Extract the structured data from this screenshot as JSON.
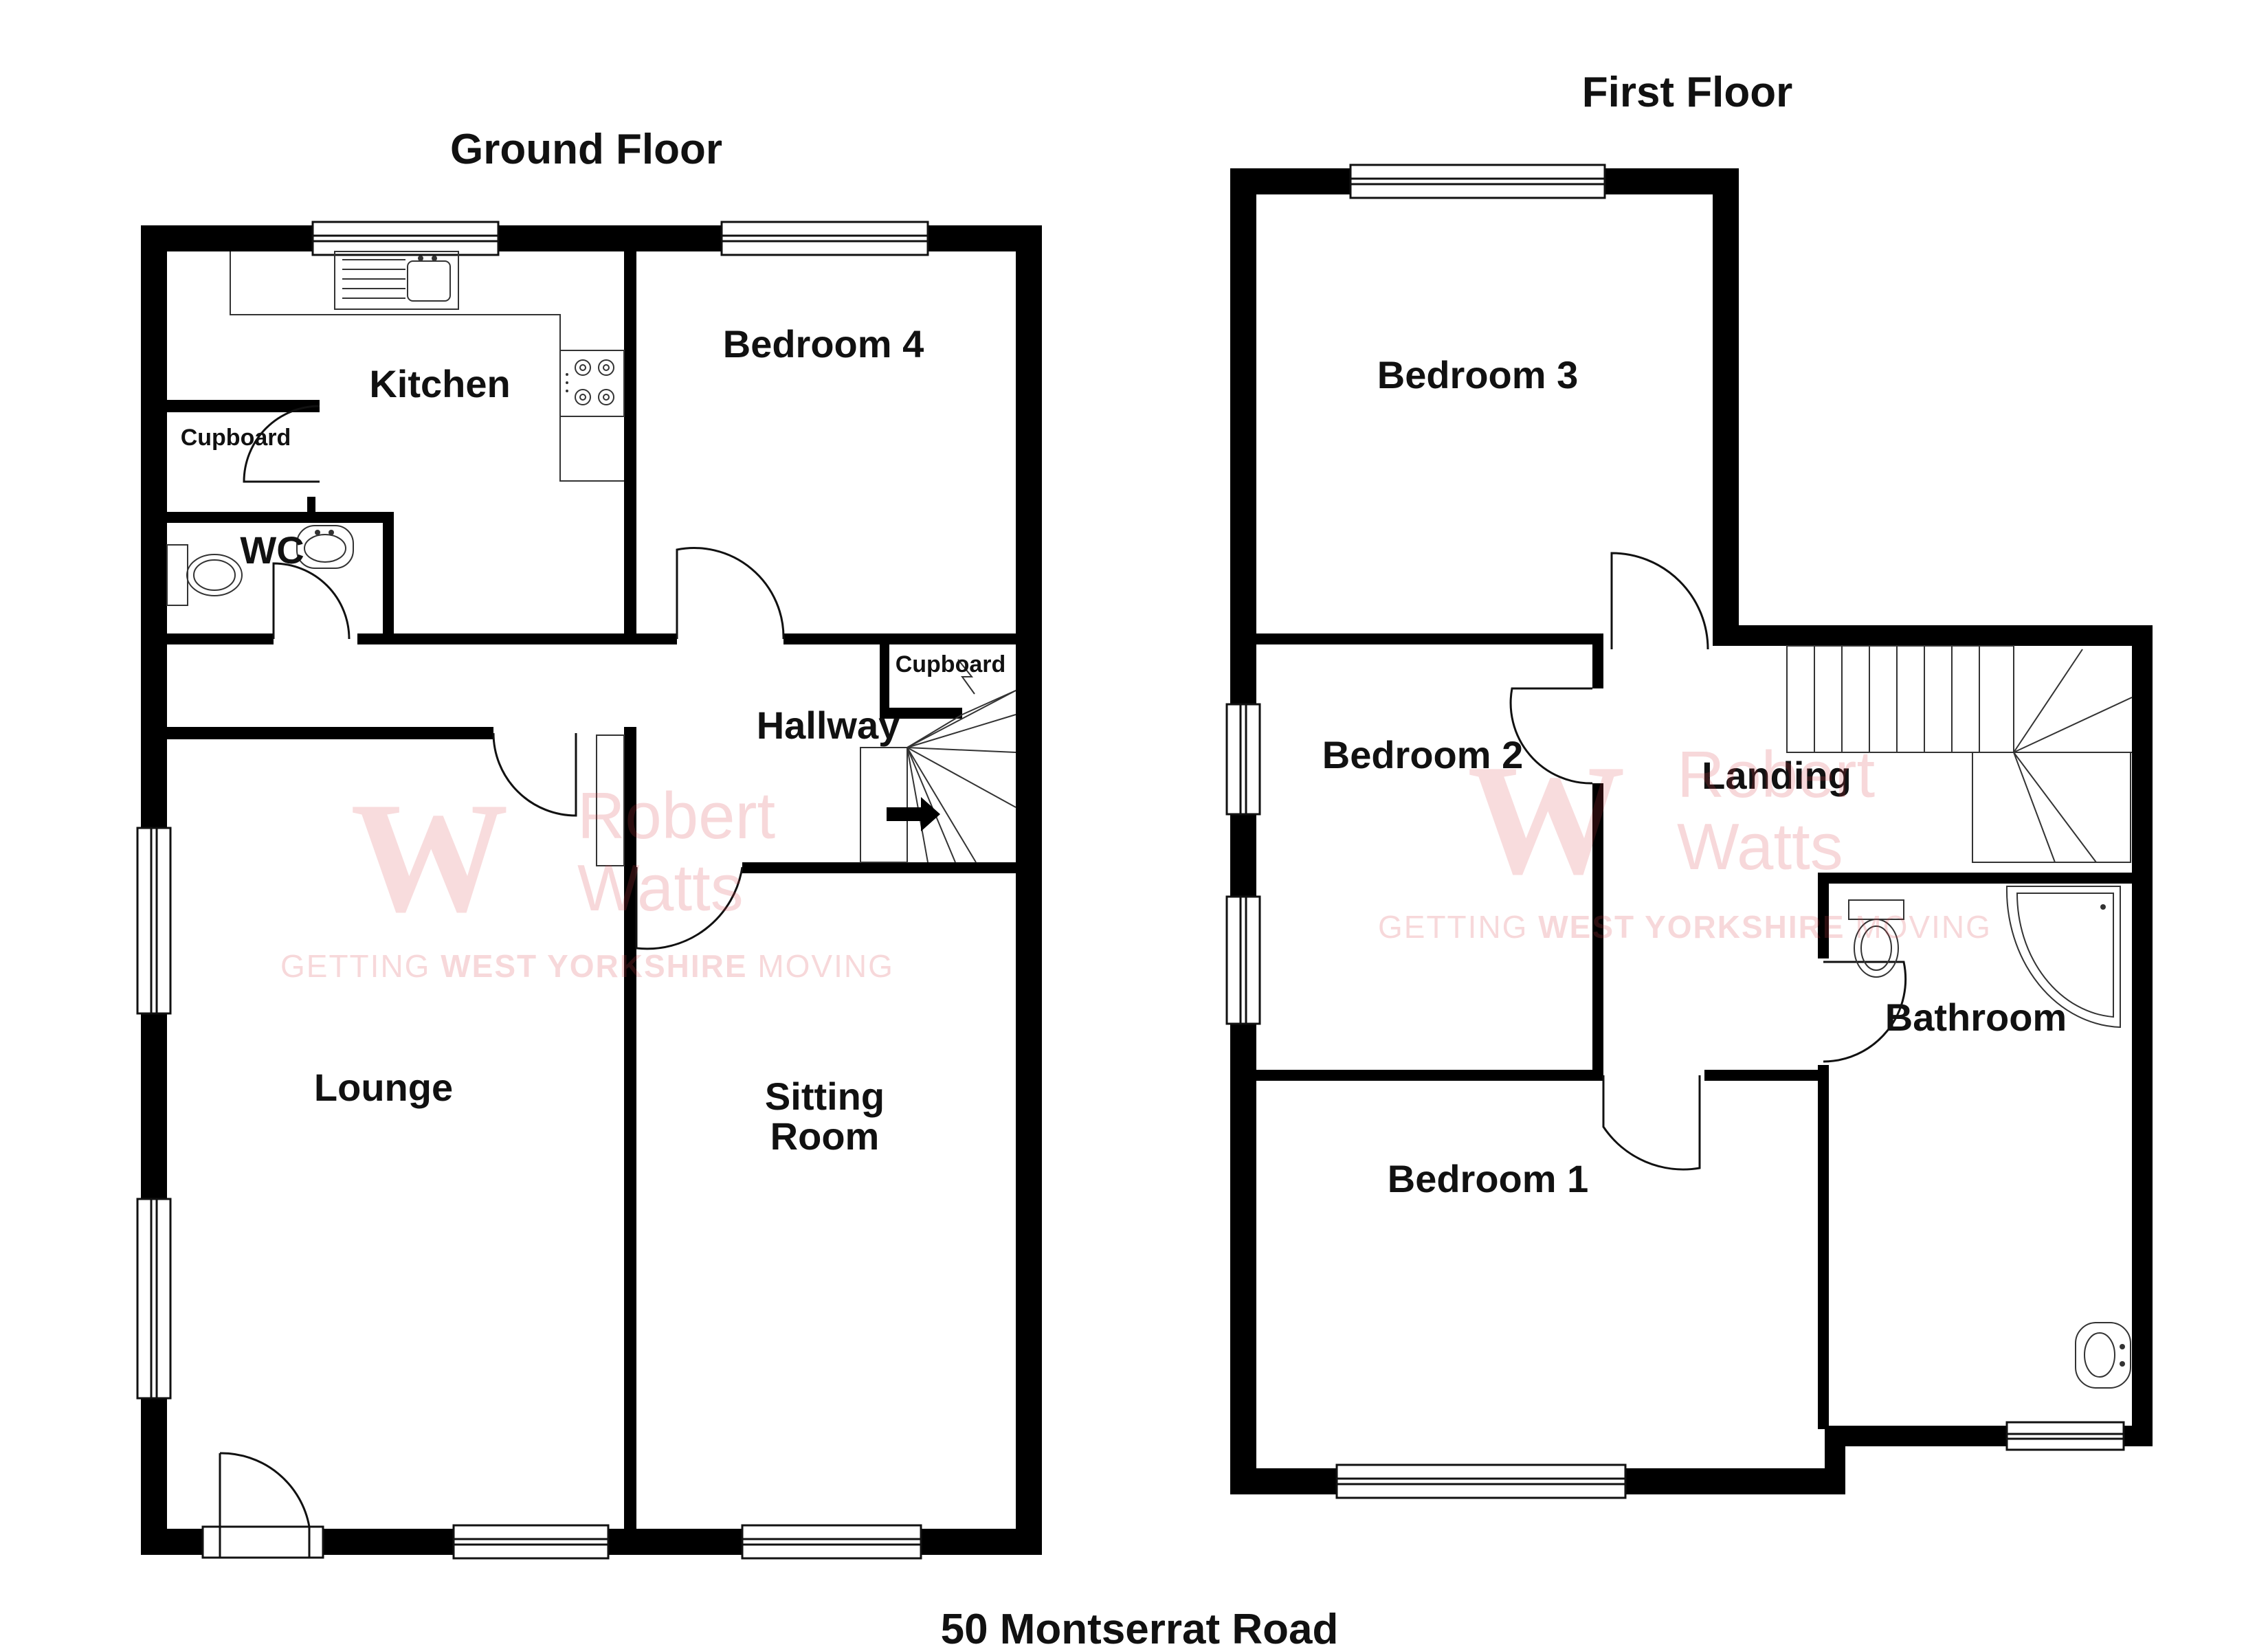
{
  "title": "50 Montserrat Road",
  "floors": {
    "ground": {
      "label": "Ground Floor",
      "rooms": {
        "kitchen": "Kitchen",
        "bedroom4": "Bedroom 4",
        "cupboard_kitchen": "Cupboard",
        "wc": "WC",
        "cupboard_hall": "Cupboard",
        "hallway": "Hallway",
        "lounge": "Lounge",
        "sitting_room_line1": "Sitting",
        "sitting_room_line2": "Room"
      }
    },
    "first": {
      "label": "First Floor",
      "rooms": {
        "bedroom3": "Bedroom 3",
        "bedroom2": "Bedroom 2",
        "landing": "Landing",
        "bathroom": "Bathroom",
        "bedroom1": "Bedroom 1"
      }
    }
  },
  "watermark": {
    "logo": "W",
    "name_line1": "Robert",
    "name_line2": "Watts",
    "tagline_part1": "GETTING ",
    "tagline_part2": "WEST YORKSHIRE",
    "tagline_part3": " MOVING",
    "color": "#d9414a"
  },
  "colors": {
    "wall": "#000000",
    "background": "#ffffff"
  }
}
